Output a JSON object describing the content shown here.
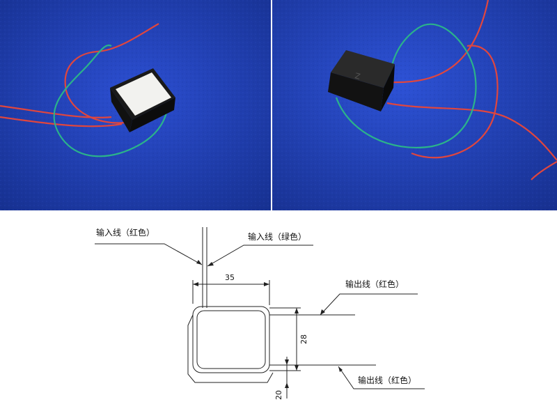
{
  "drawing": {
    "labels": {
      "input_red": "输入线（红色）",
      "input_green": "输入线（绿色）",
      "output_top": "输出线（红色）",
      "output_bottom": "输出线（红色）"
    },
    "dimensions": {
      "width": "35",
      "height": "28",
      "thickness": "20"
    }
  },
  "photos": {
    "module_label": "Z"
  },
  "colors": {
    "background_blue": "#1f3fb8",
    "wire_red": "#e0463e",
    "wire_green": "#2bb38a",
    "module_black": "#141414",
    "module_face_white": "#f2f2ef"
  }
}
